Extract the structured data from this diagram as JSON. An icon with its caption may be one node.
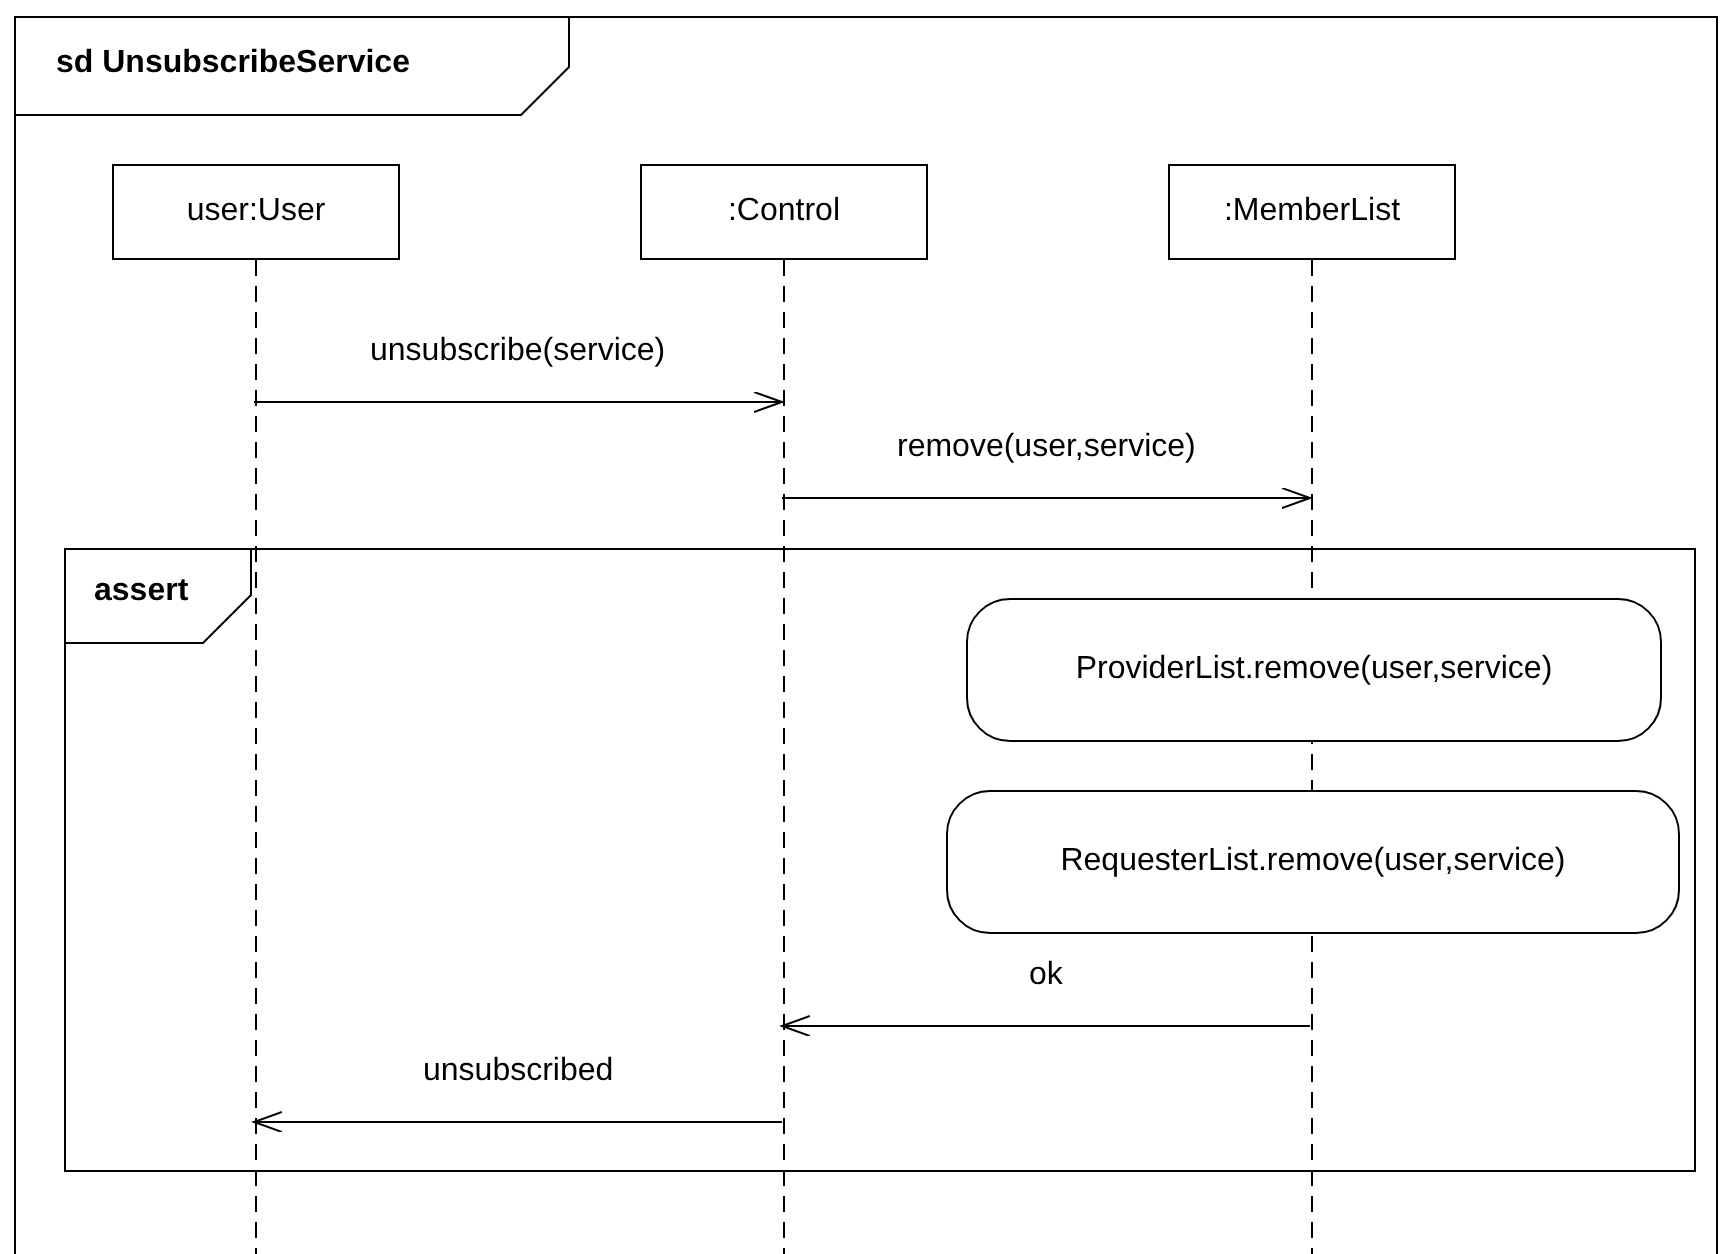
{
  "diagram": {
    "nodes": [
      {
        "text": [
          "sd UnsubscribeService"
        ]
      },
      {
        "text": [
          "user:User"
        ],
        "in": 0
      },
      {
        "text": [
          ":Control"
        ],
        "in": 0
      },
      {
        "text": [
          ":MemberList"
        ],
        "in": 0
      },
      {
        "text": [],
        "shape": "line",
        "in": 0
      },
      {
        "text": [],
        "shape": "line",
        "in": 0
      },
      {
        "text": [],
        "shape": "line",
        "in": 0
      },
      {
        "text": [
          "assert"
        ],
        "in": 0
      },
      {
        "text": [
          "ProviderList.remove(user,service)"
        ],
        "in": 7
      },
      {
        "text": [
          "RequesterList.remove(user,service)"
        ],
        "in": 7
      }
    ],
    "edges": [
      {
        "from": 4,
        "to": 5,
        "arrow": "to",
        "label": "unsubscribe(service)"
      },
      {
        "from": 5,
        "to": 6,
        "arrow": "to",
        "label": "remove(user,service)"
      },
      {
        "from": 6,
        "to": 5,
        "arrow": "to",
        "label": "ok"
      },
      {
        "from": 5,
        "to": 4,
        "arrow": "to",
        "label": "unsubscribed"
      }
    ]
  }
}
